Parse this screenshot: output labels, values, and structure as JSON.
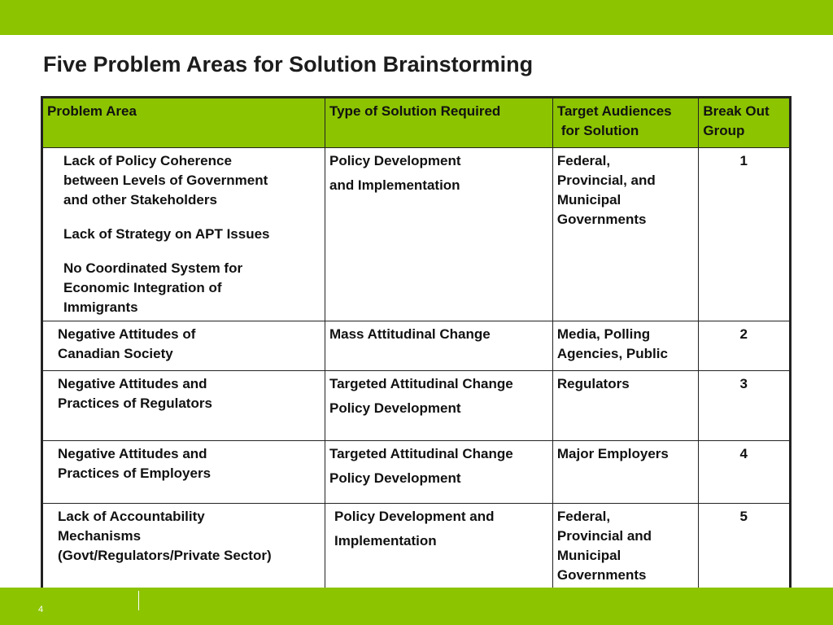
{
  "slide": {
    "title": "Five Problem Areas for Solution Brainstorming",
    "page_number": "4",
    "accent_color": "#8cc400"
  },
  "table": {
    "headers": {
      "problem_area": "Problem Area",
      "solution_type": "Type of Solution Required",
      "audience_line1": "Target Audiences",
      "audience_line2": "for Solution",
      "group_line1": "Break Out",
      "group_line2": "Group"
    },
    "rows": [
      {
        "areas": [
          [
            "Lack of Policy Coherence",
            "between Levels of Government",
            "and other Stakeholders"
          ],
          [
            "Lack of Strategy on APT Issues"
          ],
          [
            "No Coordinated System for",
            "Economic Integration of",
            "Immigrants"
          ]
        ],
        "solution": [
          "Policy Development",
          "and Implementation"
        ],
        "audience": [
          "Federal,",
          "Provincial, and",
          "Municipal",
          "Governments"
        ],
        "group": "1"
      },
      {
        "areas": [
          [
            "Negative Attitudes of",
            "Canadian Society"
          ]
        ],
        "solution": [
          "Mass Attitudinal Change"
        ],
        "audience": [
          "Media, Polling",
          "Agencies, Public"
        ],
        "group": "2"
      },
      {
        "areas": [
          [
            "Negative Attitudes and",
            "Practices of Regulators"
          ]
        ],
        "solution": [
          "Targeted Attitudinal Change",
          "Policy Development"
        ],
        "audience": [
          "Regulators"
        ],
        "group": "3"
      },
      {
        "areas": [
          [
            "Negative Attitudes and",
            "Practices of Employers"
          ]
        ],
        "solution": [
          "Targeted Attitudinal Change",
          "Policy Development"
        ],
        "audience": [
          "Major Employers"
        ],
        "group": "4"
      },
      {
        "areas": [
          [
            "Lack of Accountability",
            "Mechanisms",
            "(Govt/Regulators/Private Sector)"
          ]
        ],
        "solution": [
          "Policy Development and",
          "Implementation"
        ],
        "audience": [
          "Federal,",
          "Provincial and",
          "Municipal",
          "Governments"
        ],
        "group": "5"
      }
    ]
  }
}
